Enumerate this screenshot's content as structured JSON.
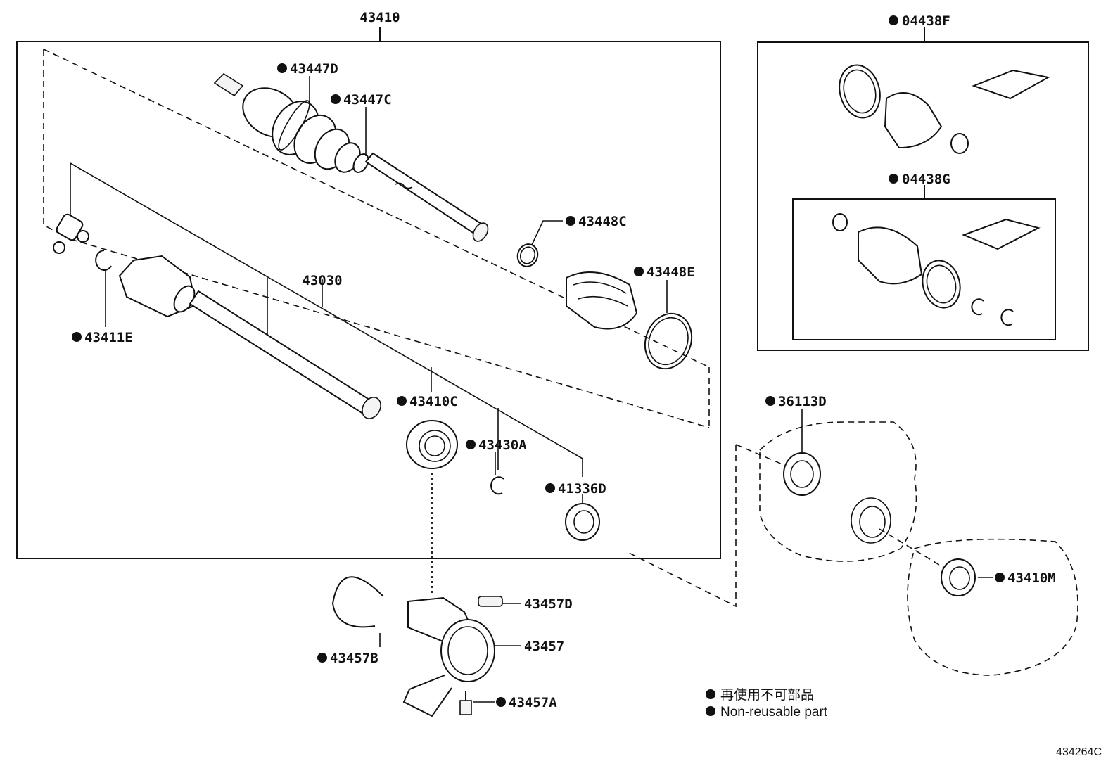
{
  "diagram_code": "434264C",
  "legend": {
    "line_jp": "再使用不可部品",
    "line_en": "Non-reusable part"
  },
  "parts": {
    "p43410": "43410",
    "p04438F": "04438F",
    "p04438G": "04438G",
    "p43447D": "43447D",
    "p43447C": "43447C",
    "p43448C": "43448C",
    "p43448E": "43448E",
    "p43030": "43030",
    "p43411E": "43411E",
    "p43410C": "43410C",
    "p43430A": "43430A",
    "p41336D": "41336D",
    "p36113D": "36113D",
    "p43410M": "43410M",
    "p43457D": "43457D",
    "p43457": "43457",
    "p43457B": "43457B",
    "p43457A": "43457A"
  },
  "colors": {
    "ink": "#111111",
    "paper": "#ffffff"
  }
}
